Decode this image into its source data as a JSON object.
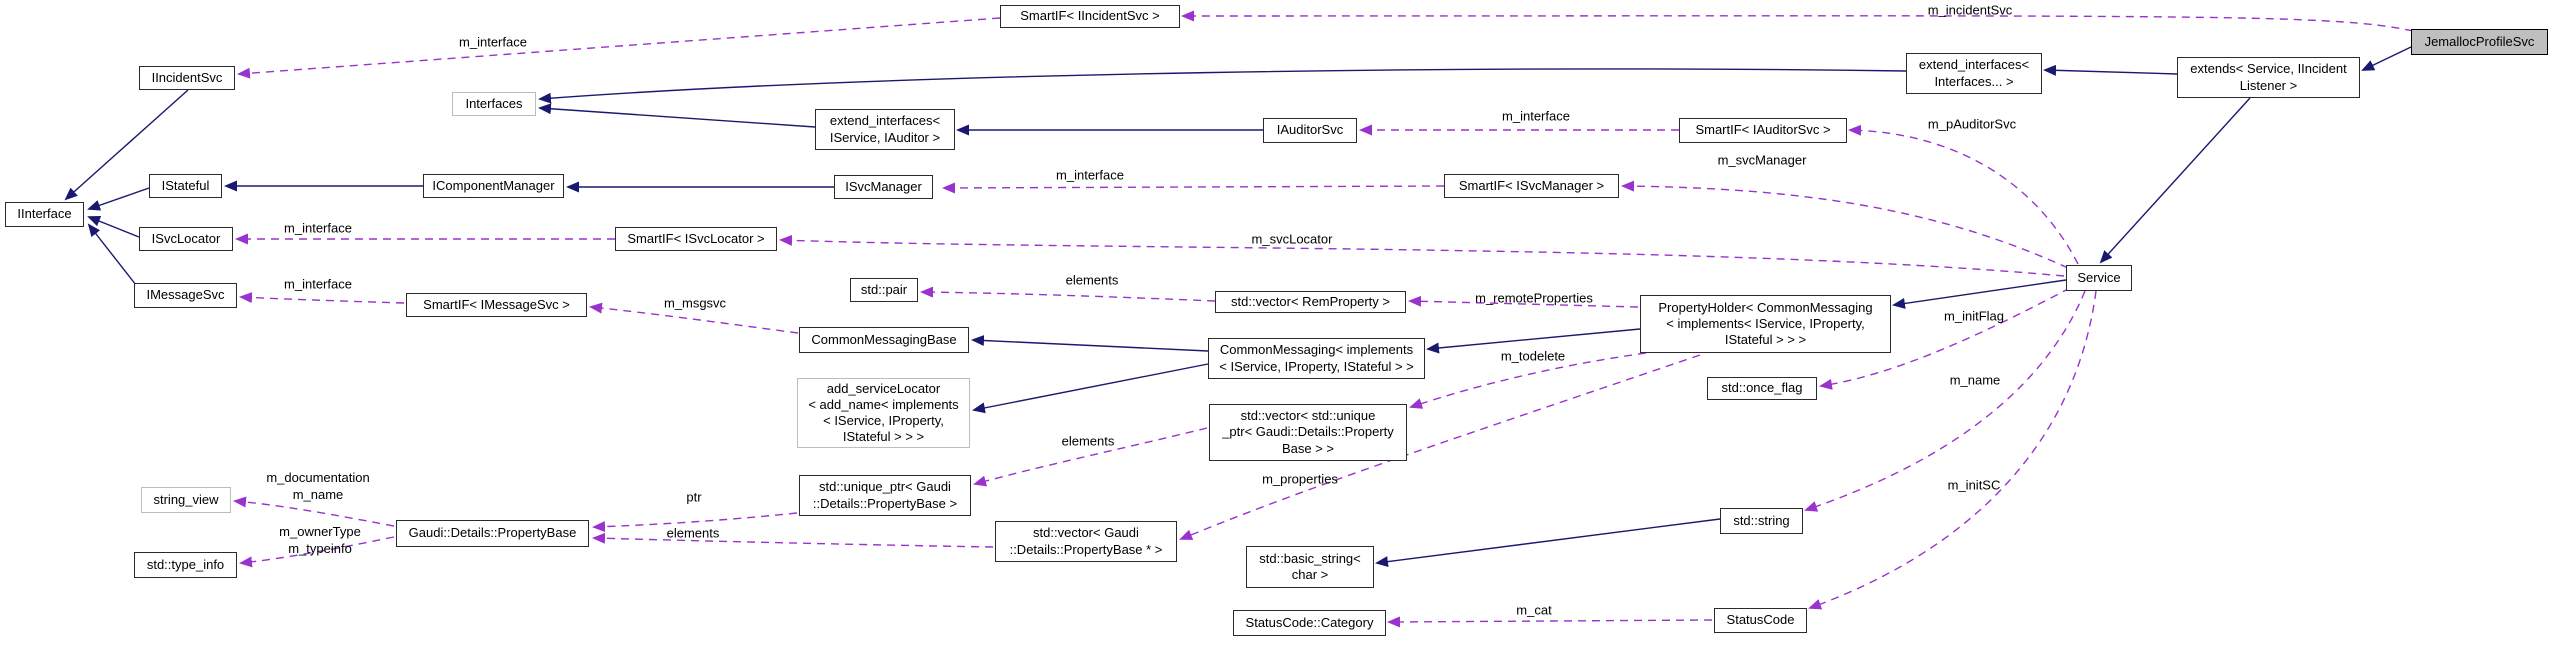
{
  "diagram": {
    "kind": "doxygen-collaboration-graph",
    "subject": "JemallocProfileSvc",
    "colors": {
      "inheritance_edge": "#191970",
      "usage_edge": "#9a32cd",
      "node_border": "#2b2b2b",
      "undocumented_node_border": "#bdbdbd",
      "selected_node_fill": "#bfbfbf",
      "background": "#ffffff"
    }
  },
  "nodes": {
    "iinterface": {
      "label": "IInterface"
    },
    "iincidentsvc": {
      "label": "IIncidentSvc"
    },
    "istateful": {
      "label": "IStateful"
    },
    "isvclocator": {
      "label": "ISvcLocator"
    },
    "imessagesvc": {
      "label": "IMessageSvc"
    },
    "string_view": {
      "label": "string_view"
    },
    "type_info": {
      "label": "std::type_info"
    },
    "interfaces": {
      "label": "Interfaces"
    },
    "icomponentmanager": {
      "label": "IComponentManager"
    },
    "smartif_isvclocator": {
      "label": "SmartIF< ISvcLocator >"
    },
    "smartif_imessagesvc": {
      "label": "SmartIF< IMessageSvc >"
    },
    "propertybase": {
      "label": "Gaudi::Details::PropertyBase"
    },
    "extend_interfaces_iservice_iauditor": {
      "label": "extend_interfaces<\nIService, IAuditor >"
    },
    "iauditorsvc": {
      "label": "IAuditorSvc"
    },
    "isvcmanager": {
      "label": "ISvcManager"
    },
    "std_pair": {
      "label": "std::pair"
    },
    "commonmessagingbase": {
      "label": "CommonMessagingBase"
    },
    "add_servicelocator": {
      "label": "add_serviceLocator\n< add_name< implements\n< IService, IProperty,\nIStateful > > >"
    },
    "unique_ptr_propertybase": {
      "label": "std::unique_ptr< Gaudi\n::Details::PropertyBase >"
    },
    "smartif_iincidentsvc": {
      "label": "SmartIF< IIncidentSvc >"
    },
    "vector_remproperty": {
      "label": "std::vector< RemProperty >"
    },
    "commonmessaging": {
      "label": "CommonMessaging< implements\n< IService, IProperty, IStateful > >"
    },
    "vector_unique_ptr": {
      "label": "std::vector< std::unique\n_ptr< Gaudi::Details::Property\nBase > >"
    },
    "vector_propertybase_ptr": {
      "label": "std::vector< Gaudi\n::Details::PropertyBase * >"
    },
    "basic_string": {
      "label": "std::basic_string<\nchar >"
    },
    "statuscode_category": {
      "label": "StatusCode::Category"
    },
    "smartif_isvcmanager": {
      "label": "SmartIF< ISvcManager >"
    },
    "smartif_iauditorsvc": {
      "label": "SmartIF< IAuditorSvc >"
    },
    "once_flag": {
      "label": "std::once_flag"
    },
    "std_string": {
      "label": "std::string"
    },
    "statuscode": {
      "label": "StatusCode"
    },
    "propertyholder": {
      "label": "PropertyHolder< CommonMessaging\n< implements< IService, IProperty,\nIStateful > > >"
    },
    "extend_interfaces_interfaces": {
      "label": "extend_interfaces<\nInterfaces... >"
    },
    "extends_service_iincidentlistener": {
      "label": "extends< Service, IIncident\nListener >"
    },
    "service": {
      "label": "Service"
    },
    "jemallocprofilesvc": {
      "label": "JemallocProfileSvc"
    }
  },
  "labels": {
    "m_interface_incident": "m_interface",
    "m_incidentsvc": "m_incidentSvc",
    "m_interface_auditor": "m_interface",
    "m_pauditorsvc": "m_pAuditorSvc",
    "m_svcmanager": "m_svcManager",
    "m_interface_svcmanager": "m_interface",
    "m_svclocator": "m_svcLocator",
    "m_interface_svclocator": "m_interface",
    "m_interface_messagesvc": "m_interface",
    "m_msgsvc": "m_msgsvc",
    "elements_pair": "elements",
    "m_remoteproperties": "m_remoteProperties",
    "m_initflag": "m_initFlag",
    "m_todelete": "m_todelete",
    "m_name": "m_name",
    "elements_unique": "elements",
    "m_properties": "m_properties",
    "m_initsc": "m_initSC",
    "ptr": "ptr",
    "elements_pb": "elements",
    "m_documentation_name": "m_documentation\nm_name",
    "m_ownertype_typeinfo": "m_ownerType\nm_typeinfo",
    "m_cat": "m_cat"
  },
  "edges": [
    {
      "from": "iincidentsvc",
      "to": "iinterface",
      "relation": "inherits"
    },
    {
      "from": "istateful",
      "to": "iinterface",
      "relation": "inherits"
    },
    {
      "from": "isvclocator",
      "to": "iinterface",
      "relation": "inherits"
    },
    {
      "from": "imessagesvc",
      "to": "iinterface",
      "relation": "inherits"
    },
    {
      "from": "icomponentmanager",
      "to": "istateful",
      "relation": "inherits"
    },
    {
      "from": "isvcmanager",
      "to": "icomponentmanager",
      "relation": "inherits"
    },
    {
      "from": "extend_interfaces_iservice_iauditor",
      "to": "interfaces",
      "relation": "inherits"
    },
    {
      "from": "extend_interfaces_interfaces",
      "to": "interfaces",
      "relation": "inherits"
    },
    {
      "from": "iauditorsvc",
      "to": "extend_interfaces_iservice_iauditor",
      "relation": "inherits"
    },
    {
      "from": "jemallocprofilesvc",
      "to": "extends_service_iincidentlistener",
      "relation": "inherits"
    },
    {
      "from": "extends_service_iincidentlistener",
      "to": "extend_interfaces_interfaces",
      "relation": "inherits"
    },
    {
      "from": "extends_service_iincidentlistener",
      "to": "service",
      "relation": "inherits"
    },
    {
      "from": "service",
      "to": "propertyholder",
      "relation": "inherits"
    },
    {
      "from": "propertyholder",
      "to": "commonmessaging",
      "relation": "inherits"
    },
    {
      "from": "commonmessaging",
      "to": "commonmessagingbase",
      "relation": "inherits"
    },
    {
      "from": "commonmessaging",
      "to": "add_servicelocator",
      "relation": "inherits"
    },
    {
      "from": "std_string",
      "to": "basic_string",
      "relation": "inherits"
    },
    {
      "from": "smartif_iincidentsvc",
      "to": "iincidentsvc",
      "relation": "uses",
      "label": "m_interface"
    },
    {
      "from": "jemallocprofilesvc",
      "to": "smartif_iincidentsvc",
      "relation": "uses",
      "label": "m_incidentSvc"
    },
    {
      "from": "smartif_iauditorsvc",
      "to": "iauditorsvc",
      "relation": "uses",
      "label": "m_interface"
    },
    {
      "from": "service",
      "to": "smartif_iauditorsvc",
      "relation": "uses",
      "label": "m_pAuditorSvc"
    },
    {
      "from": "service",
      "to": "smartif_isvcmanager",
      "relation": "uses",
      "label": "m_svcManager"
    },
    {
      "from": "smartif_isvcmanager",
      "to": "isvcmanager",
      "relation": "uses",
      "label": "m_interface"
    },
    {
      "from": "service",
      "to": "smartif_isvclocator",
      "relation": "uses",
      "label": "m_svcLocator"
    },
    {
      "from": "smartif_isvclocator",
      "to": "isvclocator",
      "relation": "uses",
      "label": "m_interface"
    },
    {
      "from": "smartif_imessagesvc",
      "to": "imessagesvc",
      "relation": "uses",
      "label": "m_interface"
    },
    {
      "from": "commonmessagingbase",
      "to": "smartif_imessagesvc",
      "relation": "uses",
      "label": "m_msgsvc"
    },
    {
      "from": "vector_remproperty",
      "to": "std_pair",
      "relation": "uses",
      "label": "elements"
    },
    {
      "from": "propertyholder",
      "to": "vector_remproperty",
      "relation": "uses",
      "label": "m_remoteProperties"
    },
    {
      "from": "propertyholder",
      "to": "vector_unique_ptr",
      "relation": "uses",
      "label": "m_todelete"
    },
    {
      "from": "propertyholder",
      "to": "vector_propertybase_ptr",
      "relation": "uses",
      "label": "m_properties"
    },
    {
      "from": "vector_unique_ptr",
      "to": "unique_ptr_propertybase",
      "relation": "uses",
      "label": "elements"
    },
    {
      "from": "unique_ptr_propertybase",
      "to": "propertybase",
      "relation": "uses",
      "label": "ptr"
    },
    {
      "from": "vector_propertybase_ptr",
      "to": "propertybase",
      "relation": "uses",
      "label": "elements"
    },
    {
      "from": "propertybase",
      "to": "string_view",
      "relation": "uses",
      "label": "m_documentation m_name"
    },
    {
      "from": "propertybase",
      "to": "type_info",
      "relation": "uses",
      "label": "m_ownerType m_typeinfo"
    },
    {
      "from": "service",
      "to": "once_flag",
      "relation": "uses",
      "label": "m_initFlag"
    },
    {
      "from": "service",
      "to": "std_string",
      "relation": "uses",
      "label": "m_name"
    },
    {
      "from": "service",
      "to": "statuscode",
      "relation": "uses",
      "label": "m_initSC"
    },
    {
      "from": "statuscode",
      "to": "statuscode_category",
      "relation": "uses",
      "label": "m_cat"
    }
  ]
}
